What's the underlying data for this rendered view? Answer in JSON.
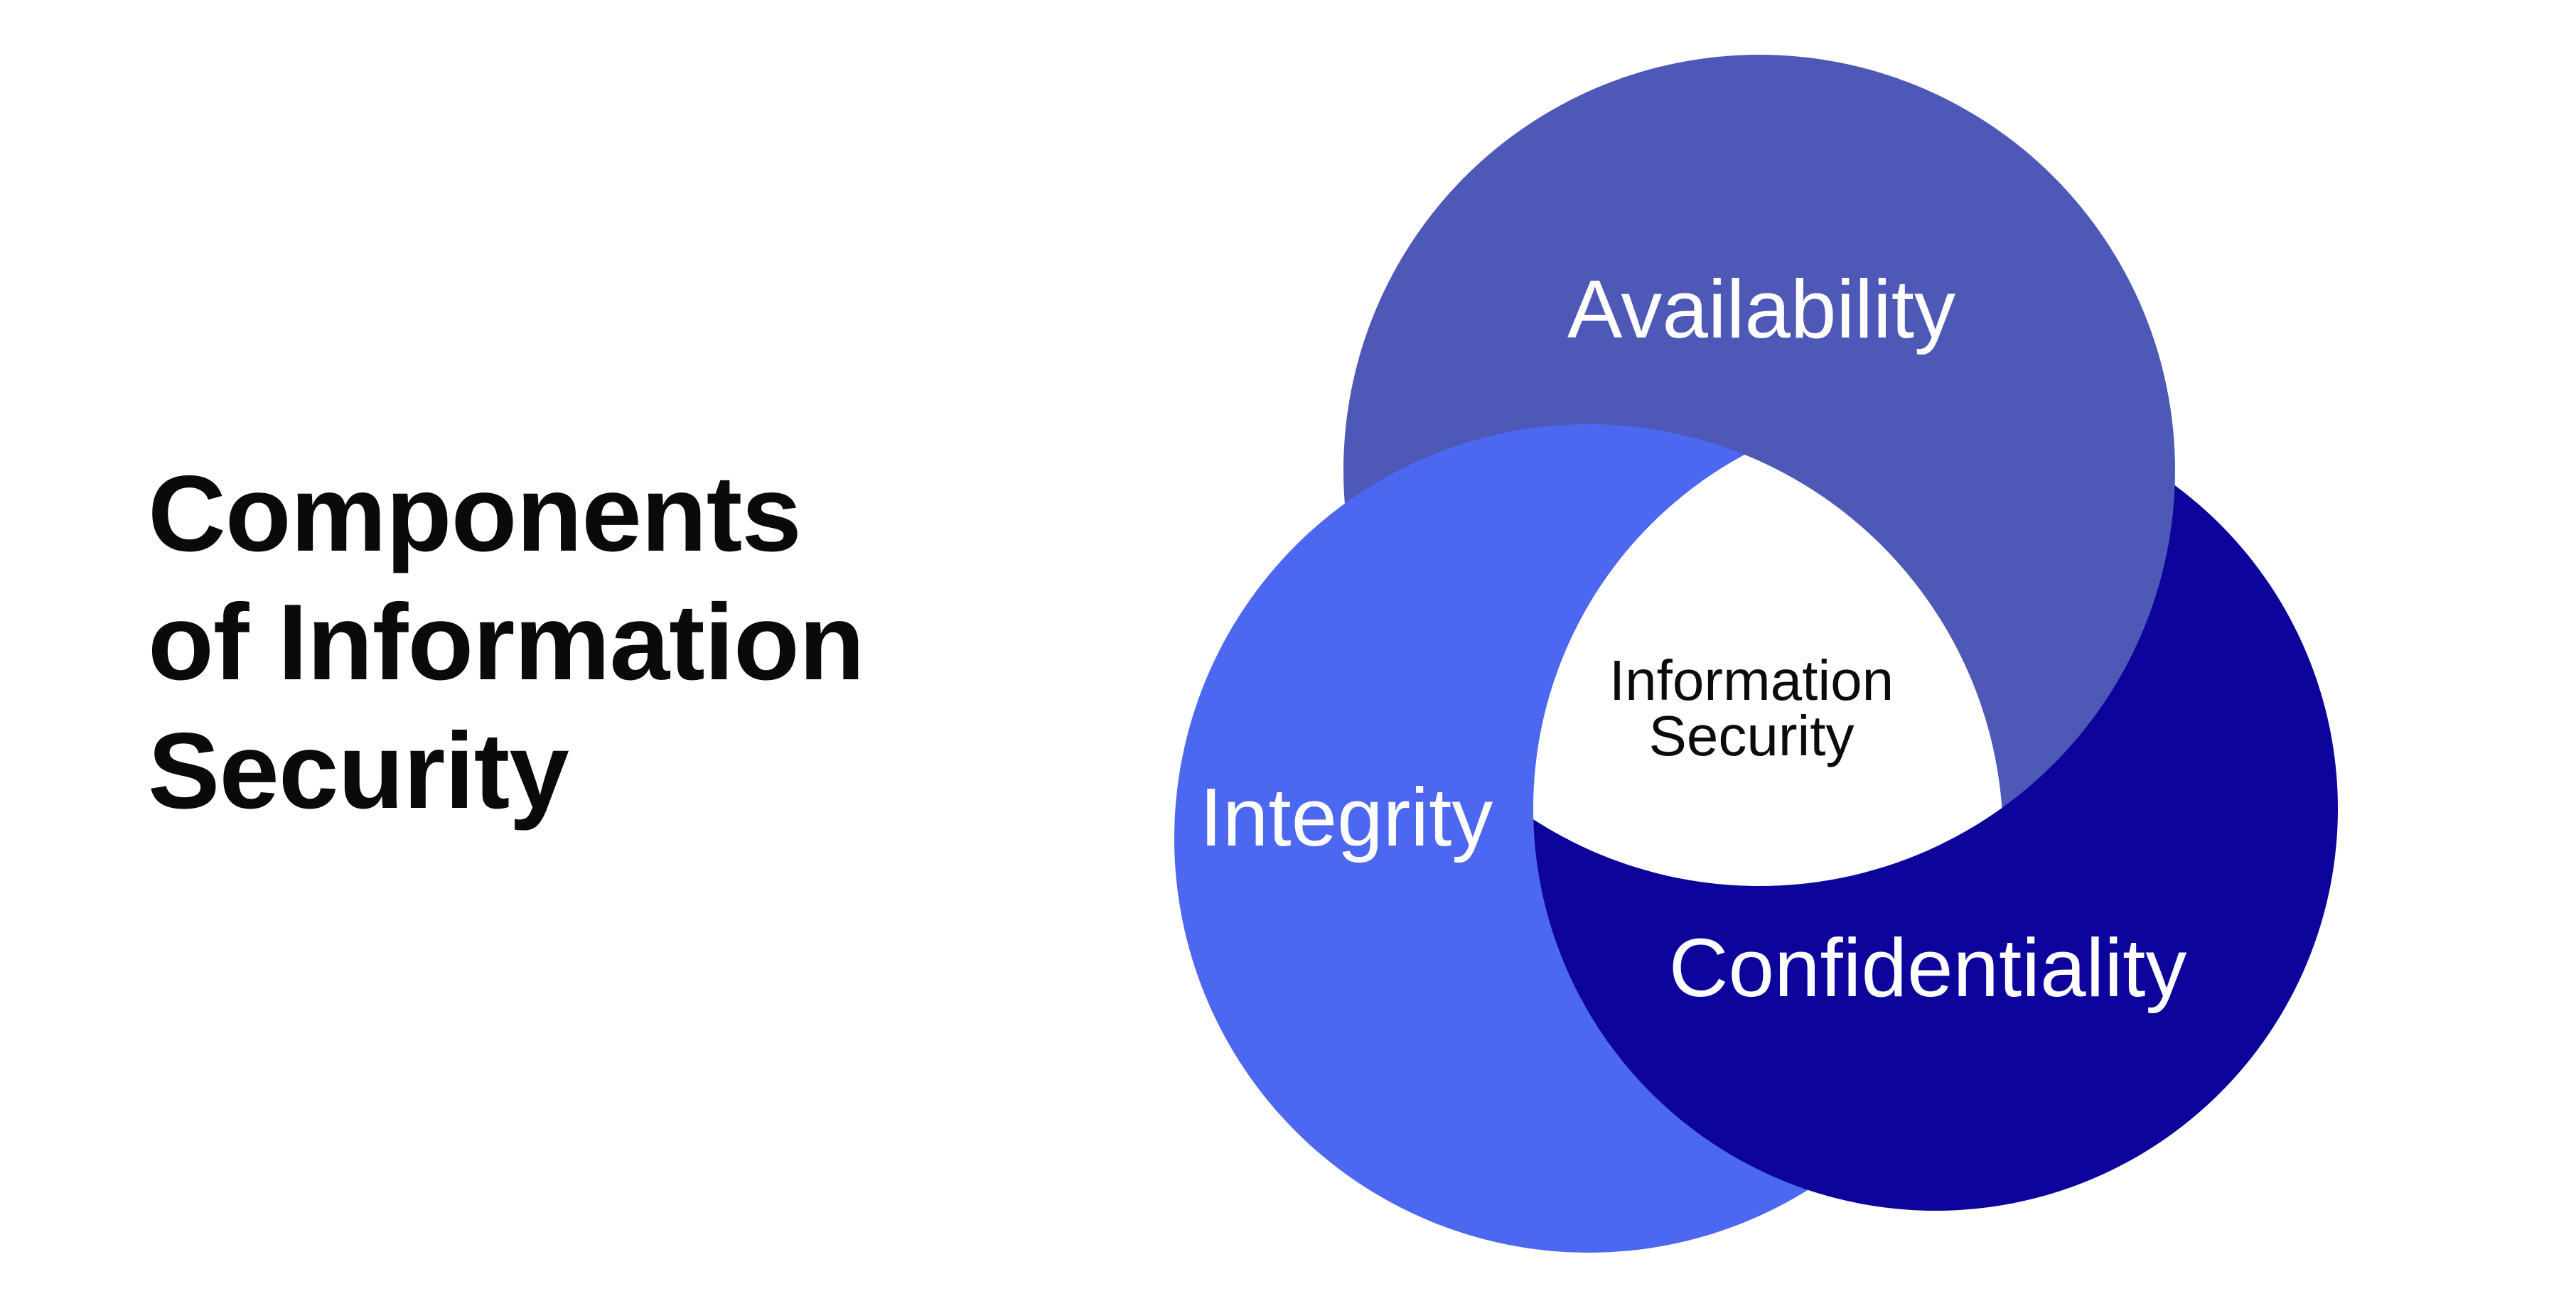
{
  "page": {
    "background": "#ffffff"
  },
  "title": {
    "lines": [
      "Components",
      "of Information",
      "Security"
    ],
    "color": "#0a0a0a"
  },
  "diagram": {
    "type": "venn-3-circle",
    "colors": {
      "availability": "#4E58B6",
      "integrity": "#4C67F0",
      "confidentiality": "#0D049C",
      "center": "#ffffff",
      "label": "#ffffff",
      "center_text": "#0b0b0b"
    },
    "circles": [
      {
        "id": "availability",
        "label": "Availability"
      },
      {
        "id": "integrity",
        "label": "Integrity"
      },
      {
        "id": "confidentiality",
        "label": "Confidentiality"
      }
    ],
    "center_label": {
      "line1": "Information",
      "line2": "Security"
    }
  }
}
